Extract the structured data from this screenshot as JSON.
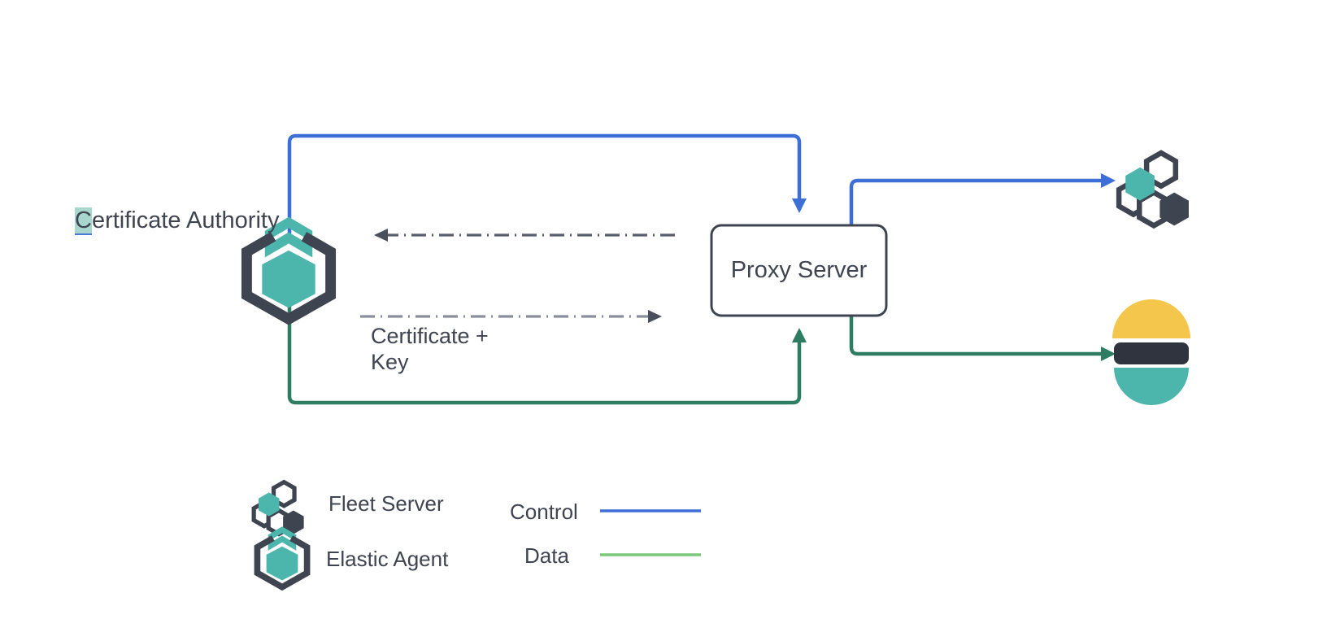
{
  "diagram": {
    "title": "Elastic Agent proxy server certificate flow",
    "background": "#ffffff",
    "nodes": {
      "certificate_authority": {
        "label": "Certificate Authority",
        "label_highlight_char": "C",
        "icon": "elastic-agent-icon",
        "highlight_color": "#a9d6cd",
        "underline_color": "#4b7bd6"
      },
      "proxy_server": {
        "label": "Proxy Server",
        "border_color": "#3f4451",
        "fill": "#ffffff"
      },
      "fleet_server": {
        "label": "",
        "icon": "fleet-server-icon"
      },
      "elasticsearch": {
        "label": "",
        "icon": "elasticsearch-icon"
      }
    },
    "edges": [
      {
        "name": "agent-to-proxy-control",
        "kind": "control",
        "color": "#3d6fd6",
        "style": "solid",
        "arrow": true
      },
      {
        "name": "proxy-to-fleet-control",
        "kind": "control",
        "color": "#3d6fd6",
        "style": "solid",
        "arrow": true
      },
      {
        "name": "agent-to-proxy-data",
        "kind": "data",
        "color": "#2e7d63",
        "style": "solid",
        "arrow": true
      },
      {
        "name": "proxy-to-elasticsearch-data",
        "kind": "data",
        "color": "#2e7d63",
        "style": "solid",
        "arrow": true
      },
      {
        "name": "proxy-to-ca-request",
        "kind": "certificate",
        "color": "#5a5f6e",
        "style": "dash-dot",
        "arrow": true,
        "label": ""
      },
      {
        "name": "ca-to-proxy-certificate",
        "kind": "certificate",
        "color": "#8a8f9c",
        "style": "dash-dot",
        "arrow": true,
        "label": "Certificate +\nKey"
      }
    ],
    "edge_labels": {
      "certificate_key_line1": "Certificate +",
      "certificate_key_line2": "Key"
    },
    "legend": {
      "items": [
        {
          "name": "fleet-server",
          "label": "Fleet Server",
          "icon": "fleet-server-icon"
        },
        {
          "name": "elastic-agent",
          "label": "Elastic Agent",
          "icon": "elastic-agent-icon"
        }
      ],
      "lines": [
        {
          "name": "control",
          "label": "Control",
          "color": "#3d6fd6"
        },
        {
          "name": "data",
          "label": "Data",
          "color": "#7ac87a"
        }
      ]
    },
    "colors": {
      "teal": "#4db6ac",
      "dark_slate": "#3f4451",
      "control_blue": "#3d6fd6",
      "data_green": "#2e7d63",
      "legend_green": "#7ac87a",
      "es_yellow": "#f4c64b",
      "es_teal": "#4db6ac",
      "es_dark": "#30343f"
    }
  }
}
